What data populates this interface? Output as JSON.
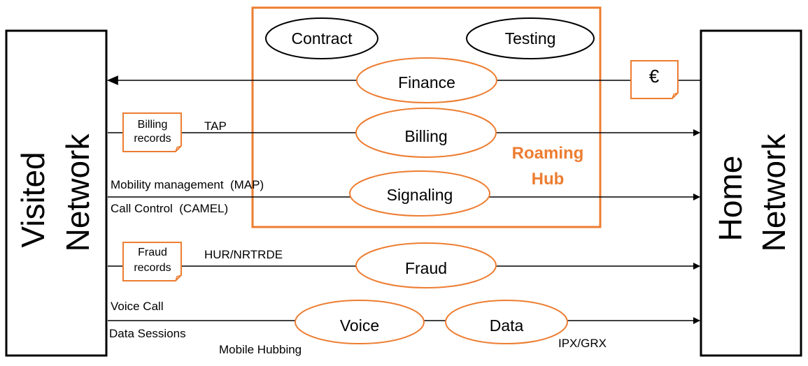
{
  "colors": {
    "accent": "#ed7d31",
    "line": "#000000",
    "background": "#ffffff"
  },
  "networks": {
    "visited": {
      "line1": "Visited",
      "line2": "Network"
    },
    "home": {
      "line1": "Home",
      "line2": "Network"
    }
  },
  "hub": {
    "title_line1": "Roaming",
    "title_line2": "Hub"
  },
  "nodes": {
    "contract": "Contract",
    "testing": "Testing",
    "finance": "Finance",
    "billing": "Billing",
    "signaling": "Signaling",
    "fraud": "Fraud",
    "voice": "Voice",
    "data": "Data"
  },
  "documents": {
    "billing_records": {
      "line1": "Billing",
      "line2": "records"
    },
    "fraud_records": {
      "line1": "Fraud",
      "line2": "records"
    },
    "currency": "€"
  },
  "labels": {
    "tap": "TAP",
    "mobility": "Mobility management  (MAP)",
    "call_control": "Call Control  (CAMEL)",
    "hur": "HUR/NRTRDE",
    "voice_call": "Voice Call",
    "data_sessions": "Data Sessions",
    "mobile_hubbing": "Mobile Hubbing",
    "ipx": "IPX/GRX"
  }
}
